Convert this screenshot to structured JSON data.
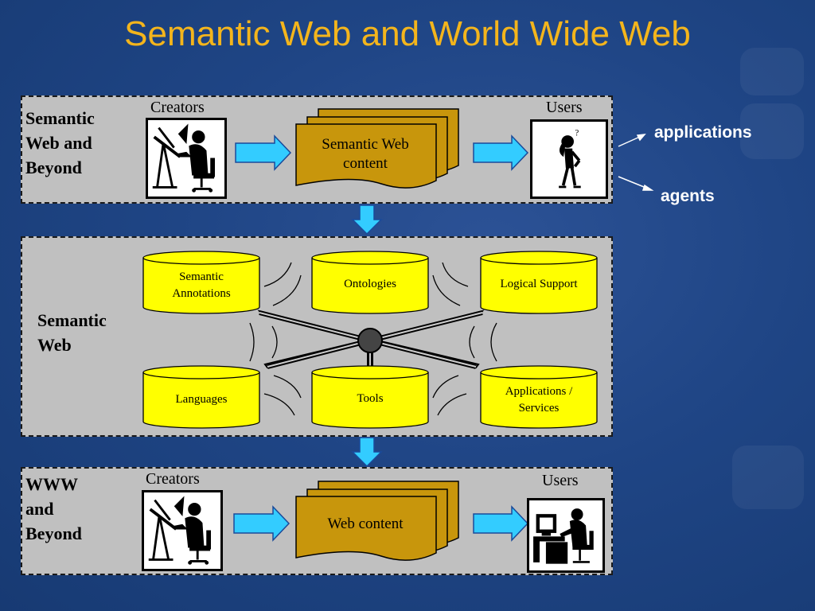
{
  "title": "Semantic Web and World Wide Web",
  "top_panel": {
    "label": "Semantic Web and Beyond",
    "creators": "Creators",
    "users": "Users",
    "content": "Semantic Web content"
  },
  "middle_panel": {
    "label": "Semantic Web",
    "components": [
      "Semantic Annotations",
      "Ontologies",
      "Logical Support",
      "Languages",
      "Tools",
      "Applications / Services"
    ]
  },
  "bottom_panel": {
    "label": "WWW and Beyond",
    "creators": "Creators",
    "users": "Users",
    "content": "Web content"
  },
  "outputs": {
    "applications": "applications",
    "agents": "agents"
  },
  "colors": {
    "background": "#1f4585",
    "title": "#f4b51c",
    "panel": "#c0c0c0",
    "document": "#c8960c",
    "cylinder": "#ffff00",
    "arrow": "#33ccff"
  }
}
